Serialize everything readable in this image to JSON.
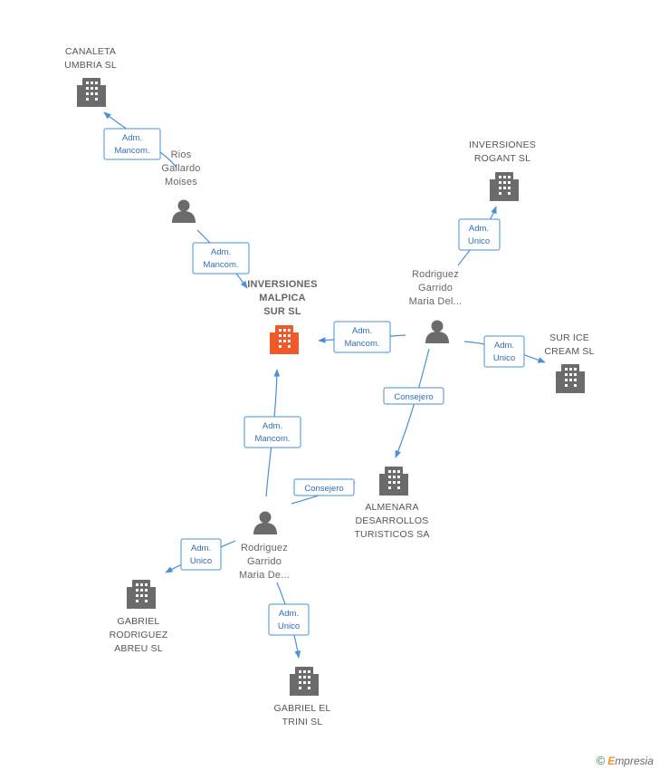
{
  "nodes": {
    "canaleta": {
      "lines": [
        "CANALETA",
        "UMBRIA SL"
      ],
      "type": "company"
    },
    "rios": {
      "lines": [
        "Rios",
        "Gallardo",
        "Moises"
      ],
      "type": "person"
    },
    "inversiones_rogant": {
      "lines": [
        "INVERSIONES",
        "ROGANT  SL"
      ],
      "type": "company"
    },
    "inversiones_malpica": {
      "lines": [
        "INVERSIONES",
        "MALPICA",
        "SUR SL"
      ],
      "type": "company-main"
    },
    "rodriguez_1": {
      "lines": [
        "Rodriguez",
        "Garrido",
        "Maria Del..."
      ],
      "type": "person"
    },
    "sur_ice": {
      "lines": [
        "SUR ICE",
        "CREAM SL"
      ],
      "type": "company"
    },
    "almenara": {
      "lines": [
        "ALMENARA",
        "DESARROLLOS",
        "TURISTICOS SA"
      ],
      "type": "company"
    },
    "rodriguez_2": {
      "lines": [
        "Rodriguez",
        "Garrido",
        "Maria De..."
      ],
      "type": "person"
    },
    "gabriel_rodriguez": {
      "lines": [
        "GABRIEL",
        "RODRIGUEZ",
        "ABREU  SL"
      ],
      "type": "company"
    },
    "gabriel_trini": {
      "lines": [
        "GABRIEL EL",
        "TRINI  SL"
      ],
      "type": "company"
    }
  },
  "edges": {
    "rios_canaleta": [
      "Adm.",
      "Mancom."
    ],
    "rios_malpica": [
      "Adm.",
      "Mancom."
    ],
    "rod1_rogant": [
      "Adm.",
      "Unico"
    ],
    "rod1_malpica": [
      "Adm.",
      "Mancom."
    ],
    "rod1_surice": [
      "Adm.",
      "Unico"
    ],
    "rod1_almenara": [
      "Consejero"
    ],
    "rod2_malpica": [
      "Adm.",
      "Mancom."
    ],
    "rod2_almenara": [
      "Consejero"
    ],
    "rod2_gabriel_rodriguez": [
      "Adm.",
      "Unico"
    ],
    "rod2_gabriel_trini": [
      "Adm.",
      "Unico"
    ]
  },
  "colors": {
    "edge": "#4a90d9",
    "building": "#6b6b6b",
    "building_main": "#f05a28",
    "person": "#6b6b6b"
  },
  "footer": {
    "copyright": "©",
    "brand_initial": "E",
    "brand_rest": "mpresia"
  }
}
